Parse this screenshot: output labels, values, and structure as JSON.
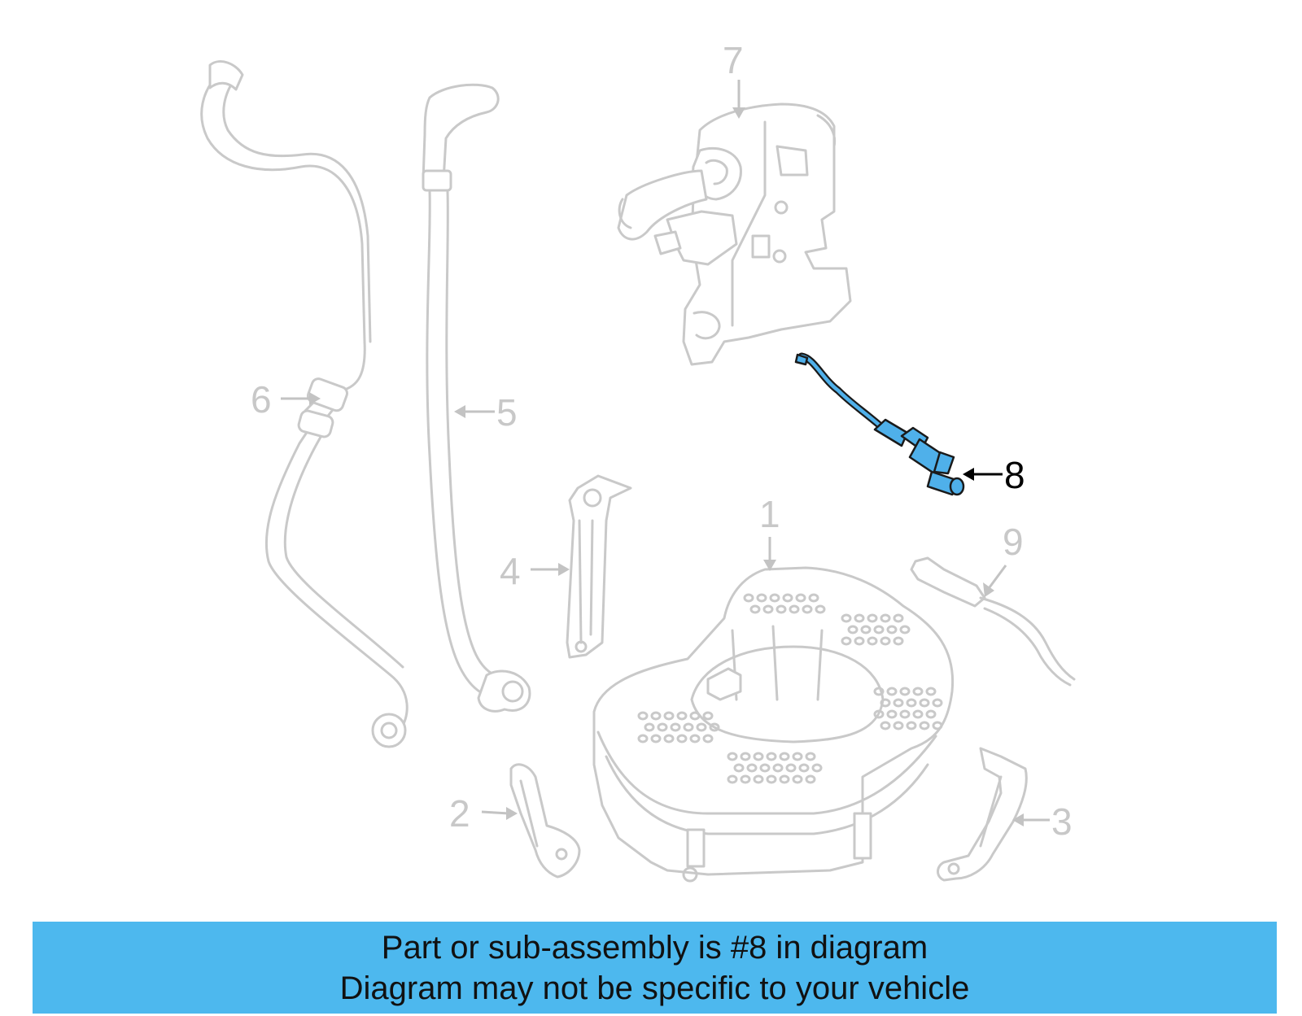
{
  "diagram": {
    "callouts": [
      {
        "number": "1",
        "highlighted": false
      },
      {
        "number": "2",
        "highlighted": false
      },
      {
        "number": "3",
        "highlighted": false
      },
      {
        "number": "4",
        "highlighted": false
      },
      {
        "number": "5",
        "highlighted": false
      },
      {
        "number": "6",
        "highlighted": false
      },
      {
        "number": "7",
        "highlighted": false
      },
      {
        "number": "8",
        "highlighted": true
      },
      {
        "number": "9",
        "highlighted": false
      }
    ],
    "highlight_color": "#4fb0ea",
    "dim_color": "#c9c9c9"
  },
  "banner": {
    "line1": "Part or sub-assembly is #8 in diagram",
    "line2": "Diagram may not be specific to your vehicle",
    "color": "#4db8ee"
  }
}
